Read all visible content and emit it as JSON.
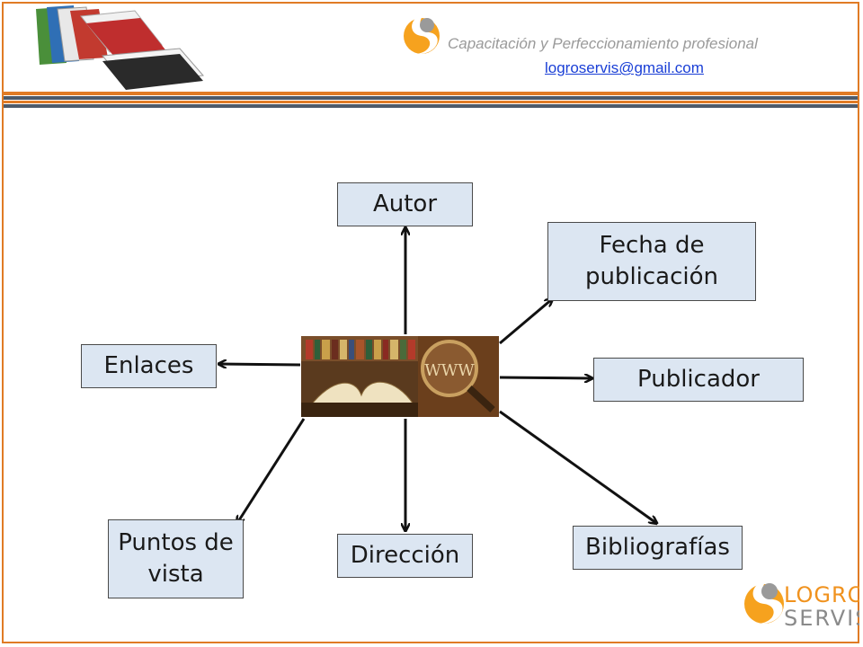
{
  "header": {
    "tagline": "Capacitación y Perfeccionamiento profesional",
    "email": "logroservis@gmail.com"
  },
  "brand": {
    "logo_top": "LOGRO",
    "logo_bottom": "SERVIS"
  },
  "diagram": {
    "nodes": {
      "autor": "Autor",
      "fecha_line1": "Fecha de",
      "fecha_line2": "publicación",
      "enlaces": "Enlaces",
      "publicador": "Publicador",
      "puntos_line1": "Puntos de",
      "puntos_line2": "vista",
      "direccion": "Dirección",
      "bibliografias": "Bibliografías"
    },
    "center_image_text": "WWW"
  },
  "colors": {
    "accent_orange": "#e07b25",
    "stripe_gray": "#4d5a6a",
    "node_fill": "#dce6f2",
    "link_blue": "#1a3fd6"
  }
}
